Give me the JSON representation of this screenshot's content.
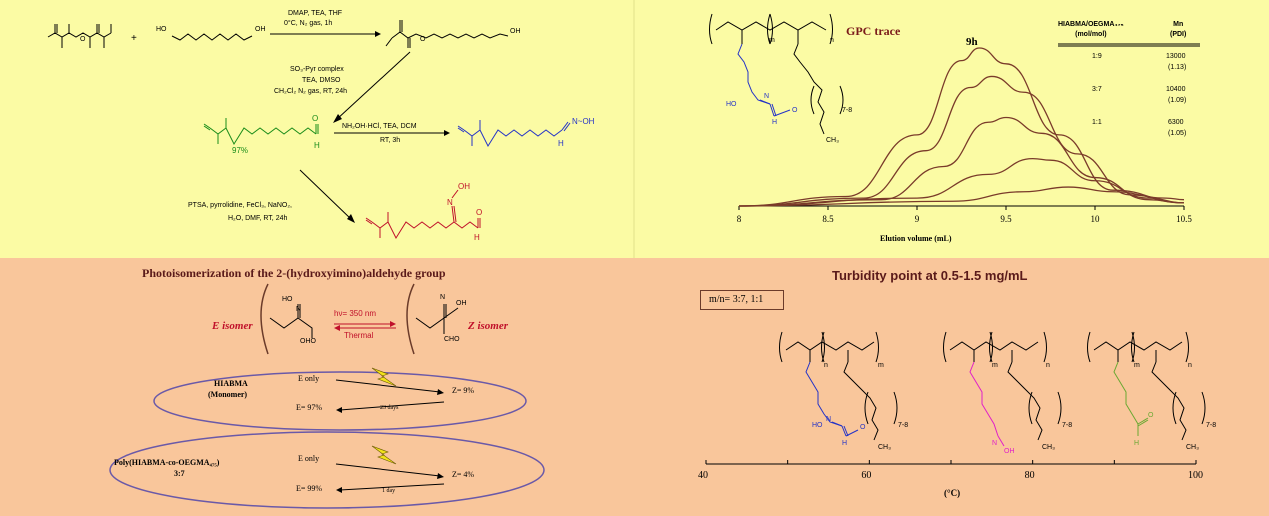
{
  "colors": {
    "top_bg": "#fbfba4",
    "bottom_bg": "#f9c69b",
    "green": "#1a8c1a",
    "blue": "#2433c7",
    "red": "#c0102a",
    "magenta": "#e020c8",
    "olive": "#6aa832",
    "curve": "#7a3b2a"
  },
  "synthesis": {
    "plus": "+",
    "diol_label": "HO",
    "diol_label2": "OH",
    "step1_line1": "DMAP, TEA, THF",
    "step1_line2": "0°C, N₂ gas, 1h",
    "product1_oh": "OH",
    "step2_line1": "SO₃-Pyr complex",
    "step2_line2": "TEA, DMSO",
    "step2_line3": "CH₂Cl₂ N₂ gas, RT, 24h",
    "aldehyde_yield": "97%",
    "aldehyde_h": "H",
    "aldehyde_o": "O",
    "step3_line1": "NH₂OH·HCl, TEA, DCM",
    "step3_line2": "RT, 3h",
    "oxime_label": "N~OH",
    "oxime_h": "H",
    "step4_line1": "PTSA, pyrrolidine, FeCl₃, NaNO₂,",
    "step4_line2": "H₂O, DMF, RT, 24h",
    "hiabma_oh": "OH",
    "hiabma_n": "N",
    "hiabma_h": "H",
    "hiabma_o": "O"
  },
  "gpc": {
    "title": "GPC trace",
    "peak_label": "9h",
    "polymer_m": "m",
    "polymer_n": "n",
    "polymer_ho": "HO",
    "polymer_n_atom": "N",
    "polymer_h": "H",
    "polymer_o": "O",
    "polymer_78": "7-8",
    "polymer_ch3": "CH₃",
    "table_headers": [
      "HIABMA/OEGMA₄₇₅\n(mol/mol)",
      "Mn\n(PDI)"
    ],
    "table_rows": [
      {
        "ratio": "1:9",
        "mn": "13000",
        "pdi": "(1.13)"
      },
      {
        "ratio": "3:7",
        "mn": "10400",
        "pdi": "(1.09)"
      },
      {
        "ratio": "1:1",
        "mn": "6300",
        "pdi": "(1.05)"
      }
    ],
    "xlabel": "Elution volume (mL)"
  },
  "chart_data": {
    "type": "line",
    "title": "GPC trace",
    "xlabel": "Elution volume (mL)",
    "ylabel": "",
    "xlim": [
      8,
      10.5
    ],
    "x_ticks": [
      "8",
      "8.5",
      "9",
      "9.5",
      "10",
      "10.5"
    ],
    "series": [
      {
        "values": [
          [
            8.0,
            0.0
          ],
          [
            8.6,
            0.06
          ],
          [
            9.0,
            0.45
          ],
          [
            9.25,
            0.92
          ],
          [
            9.35,
            1.0
          ],
          [
            9.5,
            0.9
          ],
          [
            9.8,
            0.45
          ],
          [
            10.1,
            0.1
          ],
          [
            10.5,
            0.02
          ]
        ]
      },
      {
        "values": [
          [
            8.0,
            0.0
          ],
          [
            8.7,
            0.05
          ],
          [
            9.05,
            0.35
          ],
          [
            9.3,
            0.75
          ],
          [
            9.42,
            0.82
          ],
          [
            9.6,
            0.72
          ],
          [
            9.9,
            0.33
          ],
          [
            10.2,
            0.07
          ],
          [
            10.5,
            0.02
          ]
        ]
      },
      {
        "values": [
          [
            8.0,
            0.0
          ],
          [
            8.8,
            0.04
          ],
          [
            9.15,
            0.25
          ],
          [
            9.4,
            0.53
          ],
          [
            9.5,
            0.56
          ],
          [
            9.7,
            0.46
          ],
          [
            10.0,
            0.18
          ],
          [
            10.3,
            0.04
          ],
          [
            10.5,
            0.02
          ]
        ]
      },
      {
        "values": [
          [
            8.0,
            0.0
          ],
          [
            9.0,
            0.05
          ],
          [
            9.4,
            0.2
          ],
          [
            9.65,
            0.3
          ],
          [
            9.75,
            0.29
          ],
          [
            10.0,
            0.16
          ],
          [
            10.3,
            0.05
          ],
          [
            10.5,
            0.02
          ]
        ]
      },
      {
        "values": [
          [
            8.0,
            0.0
          ],
          [
            9.2,
            0.03
          ],
          [
            9.6,
            0.09
          ],
          [
            9.85,
            0.12
          ],
          [
            10.1,
            0.09
          ],
          [
            10.4,
            0.05
          ],
          [
            10.5,
            0.04
          ]
        ]
      }
    ]
  },
  "photo": {
    "title": "Photoisomerization of the 2-(hydroxyimino)aldehyde group",
    "e_isomer": "E isomer",
    "z_isomer": "Z isomer",
    "e_ho": "HO",
    "e_n": "N",
    "e_oho": "OHO",
    "z_oh": "OH",
    "z_n": "N",
    "z_cho": "CHO",
    "hv": "hν= 350 nm",
    "thermal": "Thermal",
    "monomer_name": "HIABMA",
    "monomer_sub": "(Monomer)",
    "monomer_e_only": "E only",
    "monomer_z": "Z= 9%",
    "monomer_e": "E= 97%",
    "monomer_days": "23 days",
    "poly_name": "Poly(HIABMA-co-OEGMA₄₇₅)",
    "poly_ratio": "3:7",
    "poly_e_only": "E only",
    "poly_z": "Z= 4%",
    "poly_e": "E= 99%",
    "poly_days": "1 day"
  },
  "turbidity": {
    "title": "Turbidity point at 0.5-1.5 mg/mL",
    "ratio_box": "m/n= 3:7, 1:1",
    "axis_ticks": [
      "40",
      "60",
      "80",
      "100"
    ],
    "axis_label": "(°C)",
    "polymer1_n": "n",
    "polymer1_m": "m",
    "polymer1_labels": [
      "HO",
      "N",
      "H",
      "O",
      "7-8",
      "CH₃"
    ],
    "polymer2_labels": [
      "m",
      "n",
      "N",
      "OH",
      "7-8",
      "CH₃"
    ],
    "polymer3_labels": [
      "m",
      "n",
      "O",
      "H",
      "7-8",
      "CH₃"
    ]
  }
}
